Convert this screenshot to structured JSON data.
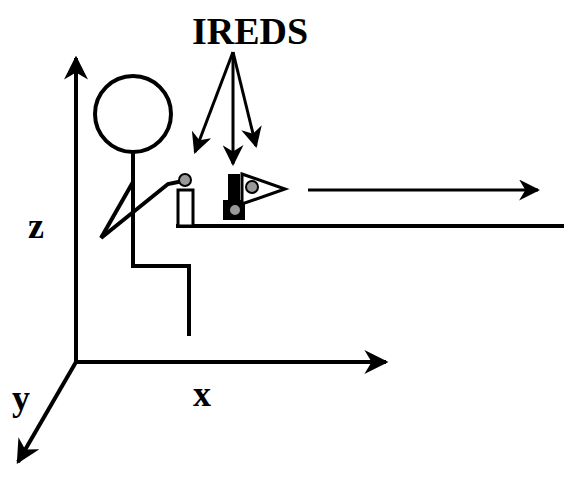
{
  "diagram": {
    "labels": [
      "IREDS",
      "z",
      "x",
      "y"
    ]
  }
}
